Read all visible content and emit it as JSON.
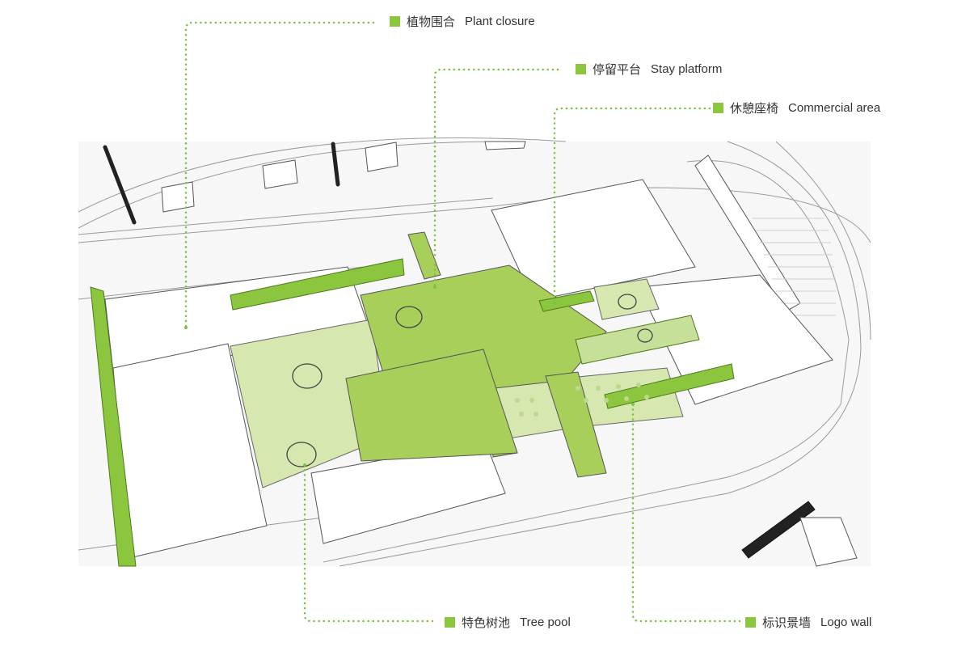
{
  "colors": {
    "accent_green": "#8cc63f",
    "light_green": "#d6e8b0",
    "leader_dots": "#7cc243",
    "site_bg": "#f7f7f7",
    "outline": "#555555"
  },
  "callouts": [
    {
      "id": "plant_closure",
      "zh": "植物围合",
      "en": "Plant closure"
    },
    {
      "id": "stay_platform",
      "zh": "停留平台",
      "en": "Stay platform"
    },
    {
      "id": "rest_seating",
      "zh": "休憩座椅",
      "en": "Commercial area"
    },
    {
      "id": "tree_pool",
      "zh": "特色树池",
      "en": "Tree pool"
    },
    {
      "id": "logo_wall",
      "zh": "标识景墙",
      "en": "Logo wall"
    }
  ]
}
